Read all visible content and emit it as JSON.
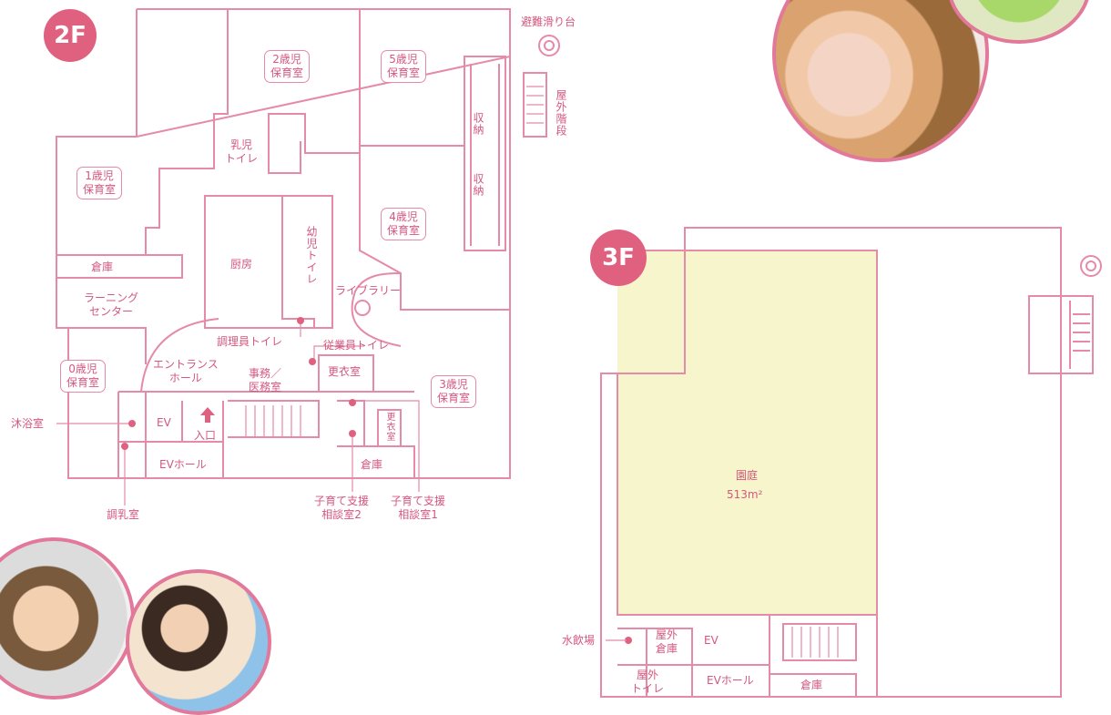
{
  "badges": {
    "f2": "2F",
    "f3": "3F"
  },
  "floor2": {
    "rooms": {
      "age2": "2歳児\n保育室",
      "age5": "5歳児\n保育室",
      "age1": "1歳児\n保育室",
      "age4": "4歳児\n保育室",
      "age0": "0歳児\n保育室",
      "age3": "3歳児\n保育室"
    },
    "labels": {
      "slide": "避難滑り台",
      "outdoor_stairs": "屋外階段",
      "storage_a": "収納",
      "storage_b": "収納",
      "infant_toilet": "乳児\nトイレ",
      "kitchen": "厨房",
      "child_toilet": "幼児トイレ",
      "library": "ライブラリー",
      "warehouse1": "倉庫",
      "learning": "ラーニング\nセンター",
      "cook_toilet": "調理員トイレ",
      "staff_toilet": "従業員トイレ",
      "entrance_hall": "エントランス\nホール",
      "office": "事務／\n医務室",
      "locker": "更衣室",
      "bath": "沐浴室",
      "ev": "EV",
      "entrance": "入口",
      "ev_hall": "EVホール",
      "warehouse2": "倉庫",
      "changing": "更衣室",
      "milk": "調乳室",
      "consult2": "子育て支援\n相談室2",
      "consult1": "子育て支援\n相談室1"
    }
  },
  "floor3": {
    "labels": {
      "garden": "園庭",
      "garden_area": "513m²",
      "water": "水飲場",
      "outdoor_storage": "屋外\n倉庫",
      "ev": "EV",
      "outdoor_toilet": "屋外\nトイレ",
      "ev_hall": "EVホール",
      "warehouse": "倉庫"
    }
  },
  "colors": {
    "wall": "#e58aa8",
    "accent": "#e0617f",
    "garden": "#f7f5cc"
  }
}
